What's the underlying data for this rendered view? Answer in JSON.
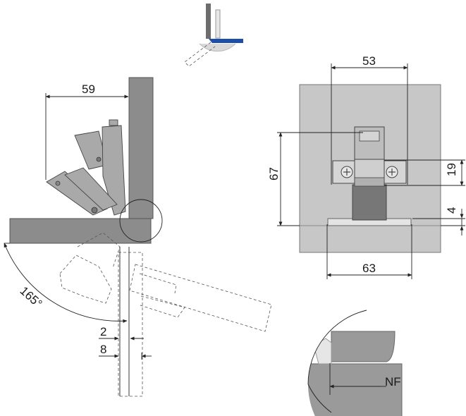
{
  "colors": {
    "panel_dark": "#8c8c8c",
    "panel_light": "#c7c7c7",
    "accent_blue": "#1f4ea8",
    "line": "#222222"
  },
  "side_view": {
    "depth_dim": "59",
    "angle_label": "165°",
    "gap_dim_1": "2",
    "gap_dim_2": "8"
  },
  "plate_view": {
    "width_dim": "53",
    "height_dim": "67",
    "slot_dim": "19",
    "offset_dim": "4",
    "base_width_dim": "63"
  },
  "detail_view": {
    "label": "NF"
  }
}
